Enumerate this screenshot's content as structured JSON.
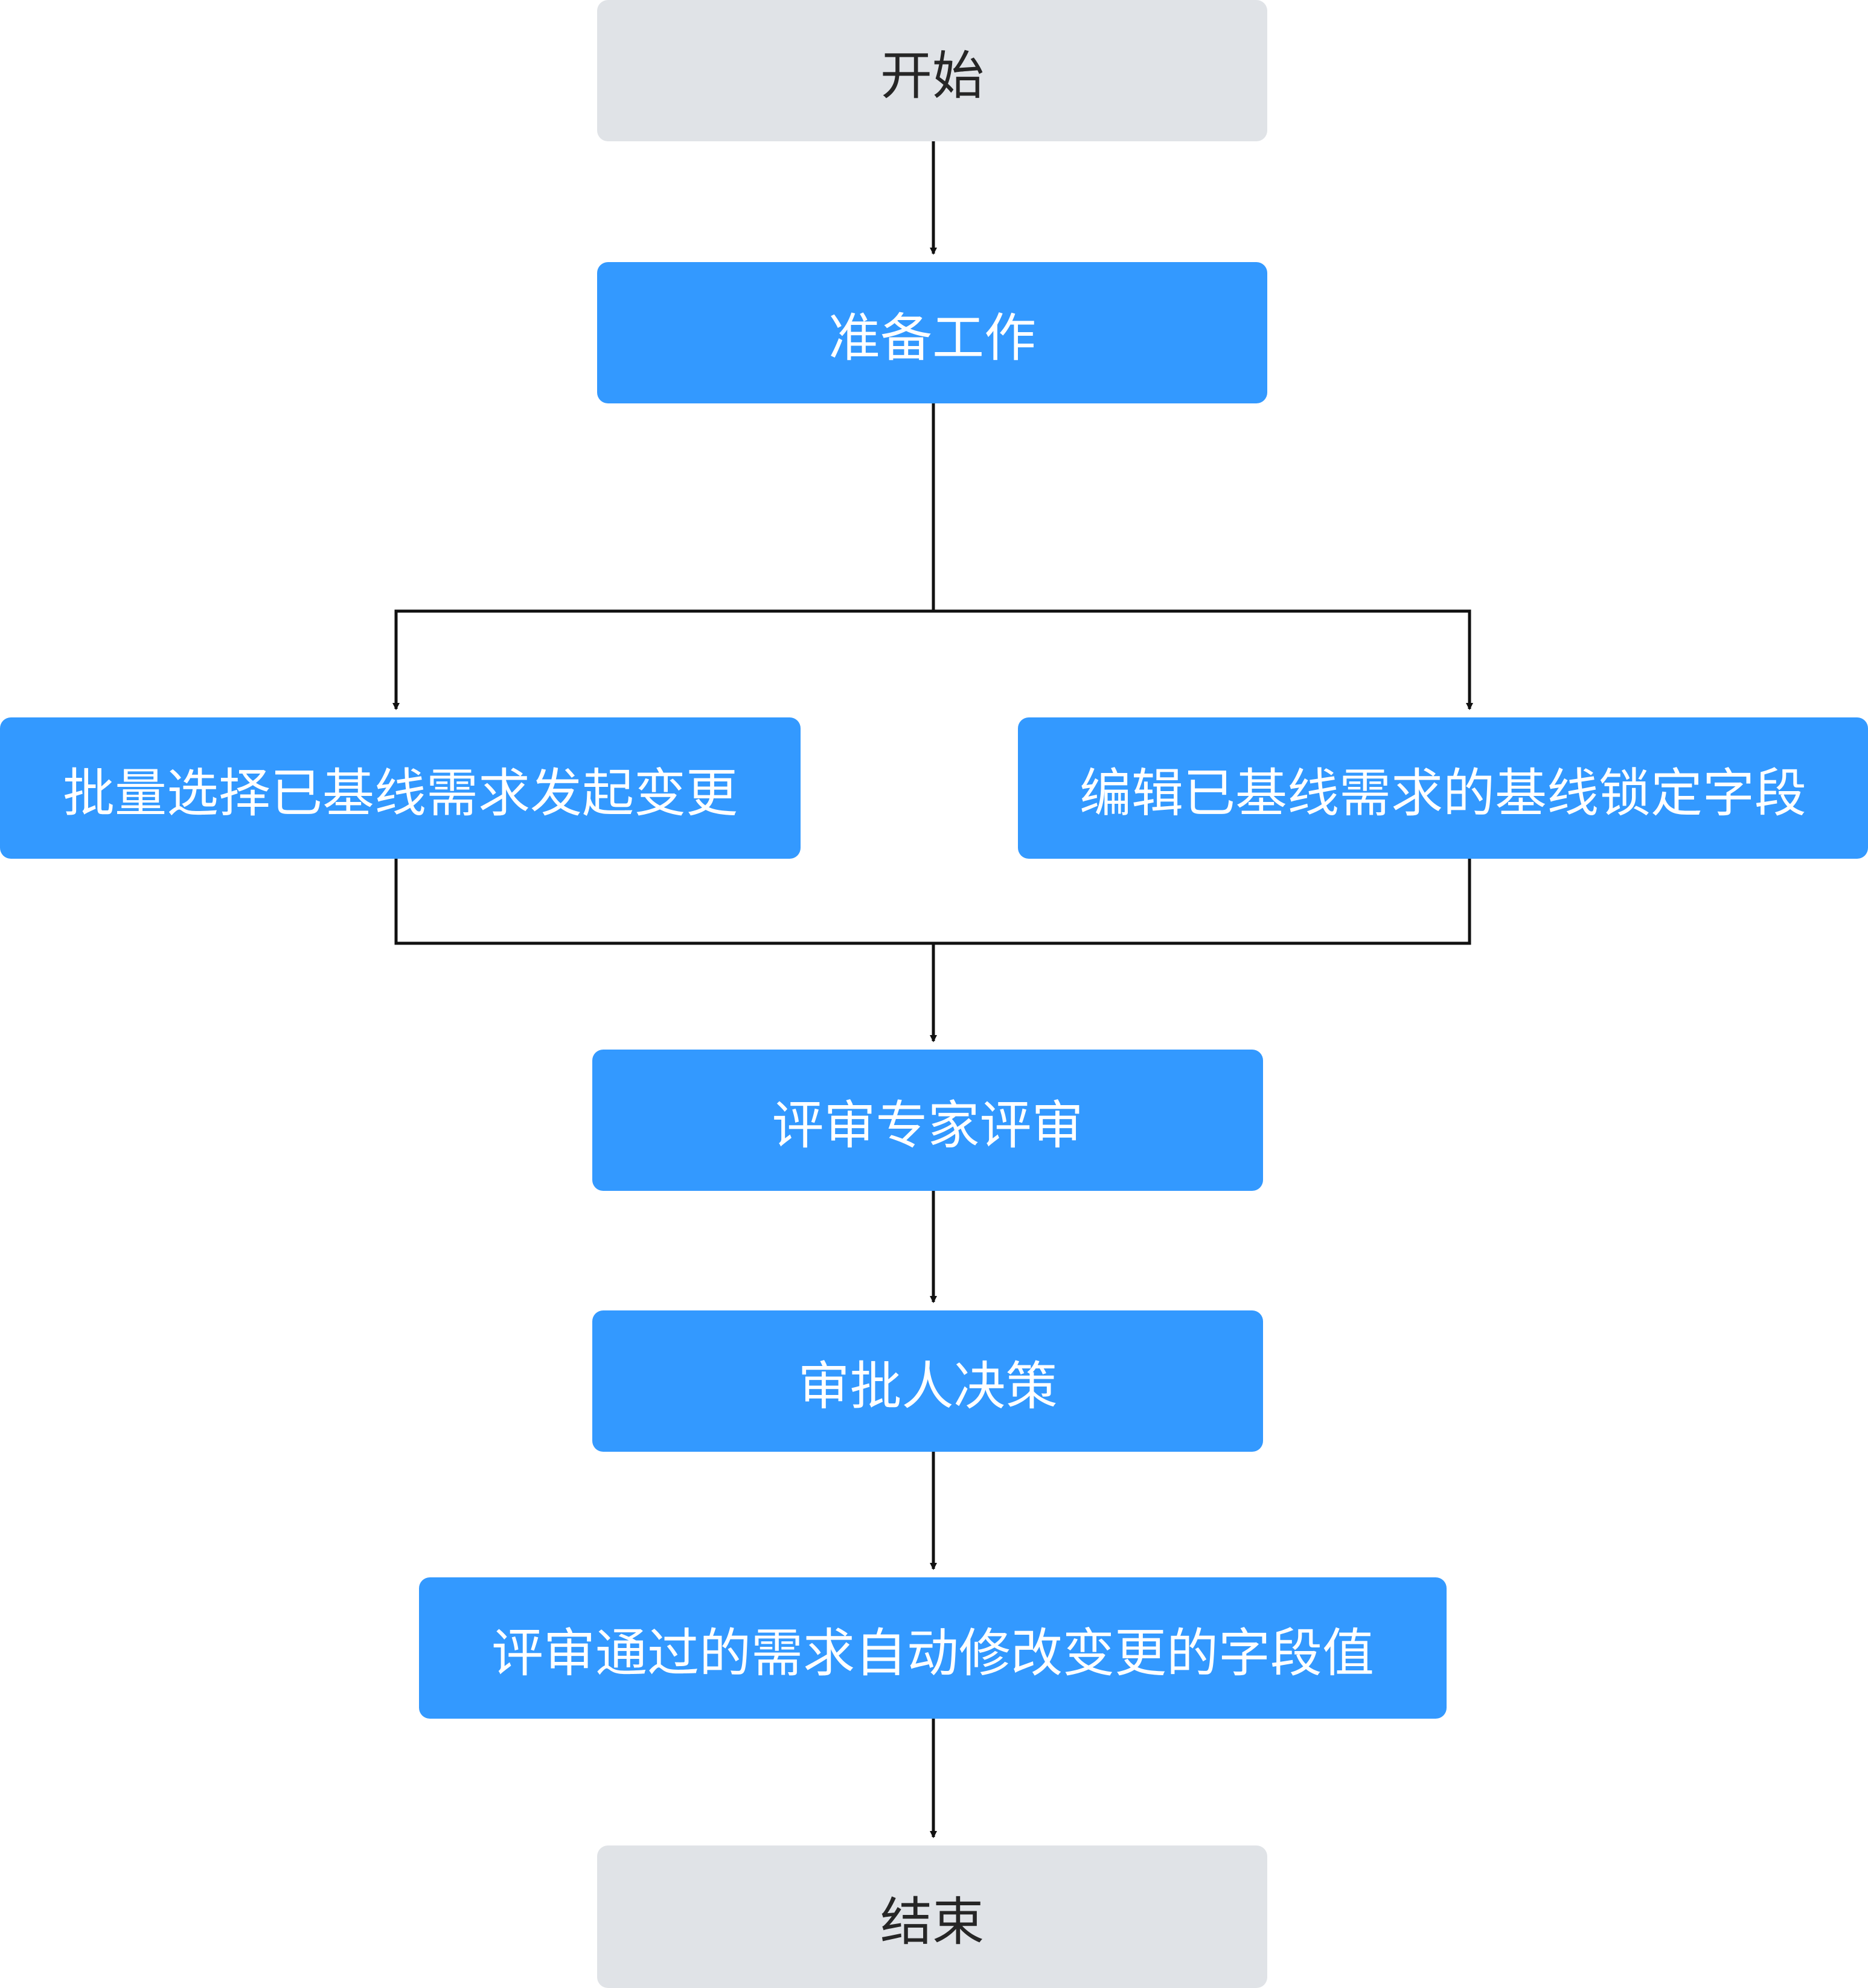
{
  "nodes": {
    "start": "开始",
    "preparation": "准备工作",
    "batch_change": "批量选择已基线需求发起变更",
    "edit_locked": "编辑已基线需求的基线锁定字段",
    "expert_review": "评审专家评审",
    "approver_decision": "审批人决策",
    "auto_modify": "评审通过的需求自动修改变更的字段值",
    "end": "结束"
  },
  "colors": {
    "process_fill": "#3399ff",
    "terminal_fill": "#e0e3e7",
    "connector": "#111111"
  }
}
